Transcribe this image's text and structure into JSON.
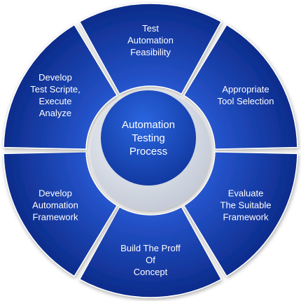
{
  "diagram": {
    "center": {
      "lines": [
        "Automation",
        "Testing",
        "Process"
      ]
    },
    "segments": [
      {
        "lines": [
          "Test",
          "Automation",
          "Feasibility"
        ]
      },
      {
        "lines": [
          "Appropriate",
          "Tool Selection"
        ]
      },
      {
        "lines": [
          "Evaluate",
          "The Suitable",
          "Framework"
        ]
      },
      {
        "lines": [
          "Build The Proff",
          "Of",
          "Concept"
        ]
      },
      {
        "lines": [
          "Develop",
          "Automation",
          "Framework"
        ]
      },
      {
        "lines": [
          "Develop",
          "Test Scripte,",
          "Execute",
          "Analyze"
        ]
      }
    ],
    "colors": {
      "segment_light": "#2a5bd7",
      "segment_dark": "#0b2a88",
      "center_light": "#2a66e0",
      "center_dark": "#0c2f93",
      "ring_light": "#f4f6fa",
      "ring_dark": "#c5ccd8",
      "text": "#ffffff"
    }
  }
}
